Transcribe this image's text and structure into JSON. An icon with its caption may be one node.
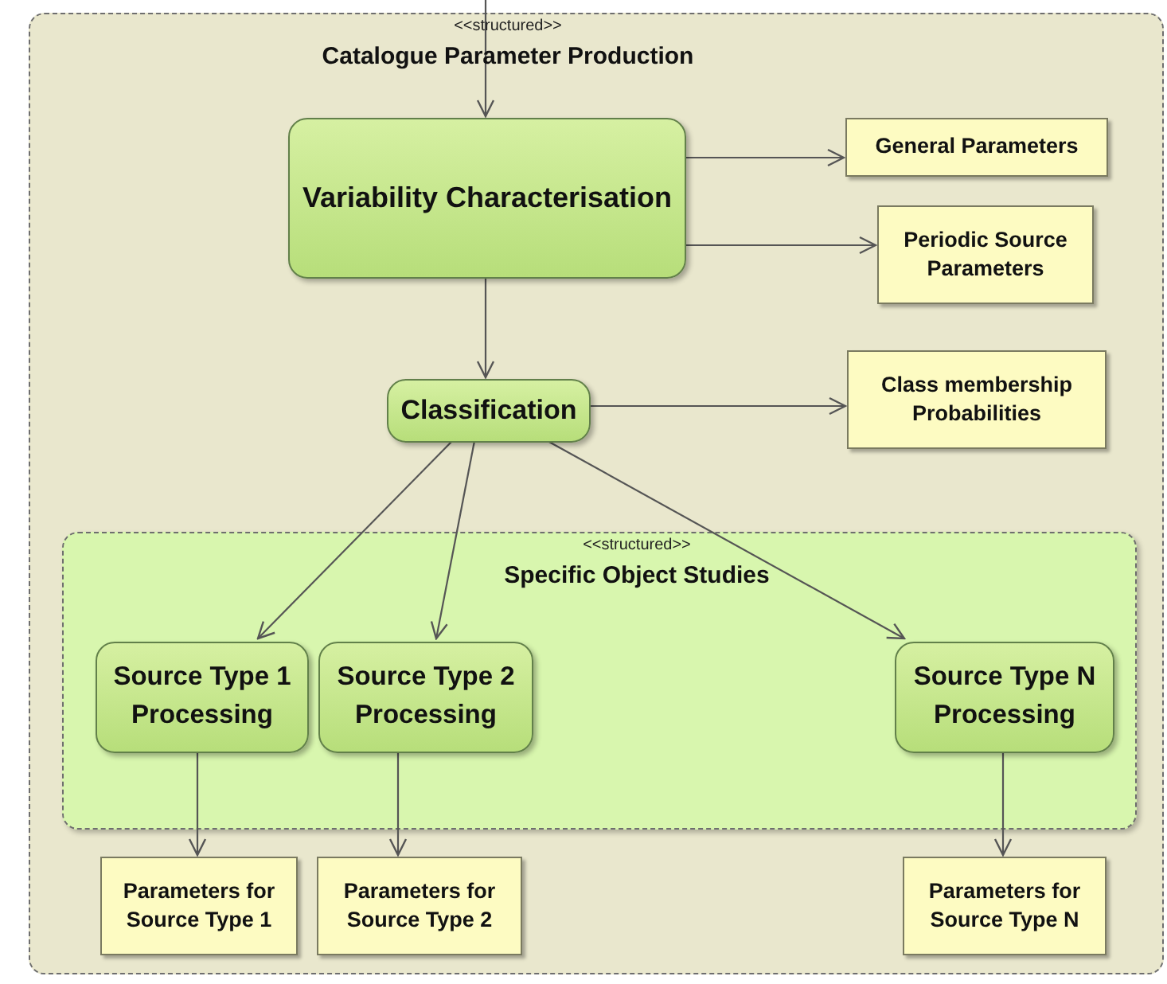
{
  "diagram": {
    "nodes": [
      {
        "text": [
          "<<structured>>",
          "Catalogue Parameter Production"
        ]
      },
      {
        "text": [
          "Variability Characterisation"
        ],
        "in": 0
      },
      {
        "text": [
          "General Parameters"
        ],
        "in": 0
      },
      {
        "text": [
          "Periodic Source Parameters"
        ],
        "in": 0
      },
      {
        "text": [
          "Classification"
        ],
        "in": 0
      },
      {
        "text": [
          "Class membership Probabilities"
        ],
        "in": 0
      },
      {
        "text": [
          "<<structured>>",
          "Specific Object Studies"
        ],
        "in": 0
      },
      {
        "text": [
          "Source Type 1 Processing"
        ],
        "in": 6
      },
      {
        "text": [
          "Source Type 2 Processing"
        ],
        "in": 6
      },
      {
        "text": [
          "Source Type N Processing"
        ],
        "in": 6
      },
      {
        "text": [
          "Parameters for Source Type 1"
        ],
        "in": 0
      },
      {
        "text": [
          "Parameters for Source Type 2"
        ],
        "in": 0
      },
      {
        "text": [
          "Parameters for Source Type N"
        ],
        "in": 0
      }
    ],
    "edges": [
      {
        "from": null,
        "to": 1,
        "arrow": "to"
      },
      {
        "from": 1,
        "to": 2,
        "arrow": "to"
      },
      {
        "from": 1,
        "to": 3,
        "arrow": "to"
      },
      {
        "from": 1,
        "to": 4,
        "arrow": "to"
      },
      {
        "from": 4,
        "to": 5,
        "arrow": "to"
      },
      {
        "from": 4,
        "to": 7,
        "arrow": "to"
      },
      {
        "from": 4,
        "to": 8,
        "arrow": "to"
      },
      {
        "from": 4,
        "to": 9,
        "arrow": "to"
      },
      {
        "from": 7,
        "to": 10,
        "arrow": "to"
      },
      {
        "from": 8,
        "to": 11,
        "arrow": "to"
      },
      {
        "from": 9,
        "to": 12,
        "arrow": "to"
      }
    ]
  }
}
